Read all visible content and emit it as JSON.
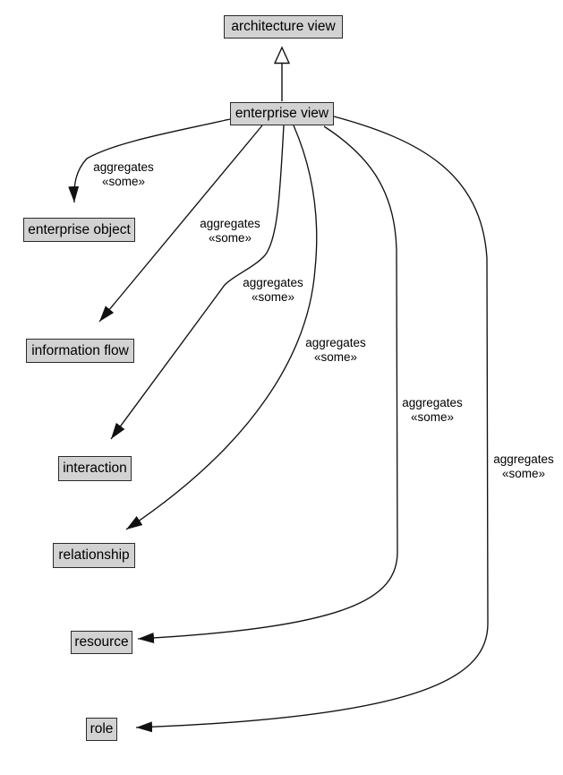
{
  "diagram": {
    "colors": {
      "background": "#ffffff",
      "node_fill": "#d2d2d2",
      "node_border": "#2a2a2a",
      "edge_line": "#111111",
      "text": "#000000"
    },
    "nodes": [
      {
        "id": "architecture-view",
        "label": "architecture view"
      },
      {
        "id": "enterprise-view",
        "label": "enterprise view"
      },
      {
        "id": "enterprise-object",
        "label": "enterprise object"
      },
      {
        "id": "information-flow",
        "label": "information flow"
      },
      {
        "id": "interaction",
        "label": "interaction"
      },
      {
        "id": "relationship",
        "label": "relationship"
      },
      {
        "id": "resource",
        "label": "resource"
      },
      {
        "id": "role",
        "label": "role"
      }
    ],
    "generalization": {
      "from": "enterprise view",
      "to": "architecture view",
      "style": "hollow-triangle"
    },
    "edges": [
      {
        "from": "enterprise view",
        "to": "enterprise-object",
        "label": [
          "aggregates",
          "«some»"
        ]
      },
      {
        "from": "enterprise view",
        "to": "information-flow",
        "label": [
          "aggregates",
          "«some»"
        ]
      },
      {
        "from": "enterprise view",
        "to": "interaction",
        "label": [
          "aggregates",
          "«some»"
        ]
      },
      {
        "from": "enterprise view",
        "to": "relationship",
        "label": [
          "aggregates",
          "«some»"
        ]
      },
      {
        "from": "enterprise view",
        "to": "resource",
        "label": [
          "aggregates",
          "«some»"
        ]
      },
      {
        "from": "enterprise view",
        "to": "role",
        "label": [
          "aggregates",
          "«some»"
        ]
      }
    ]
  }
}
